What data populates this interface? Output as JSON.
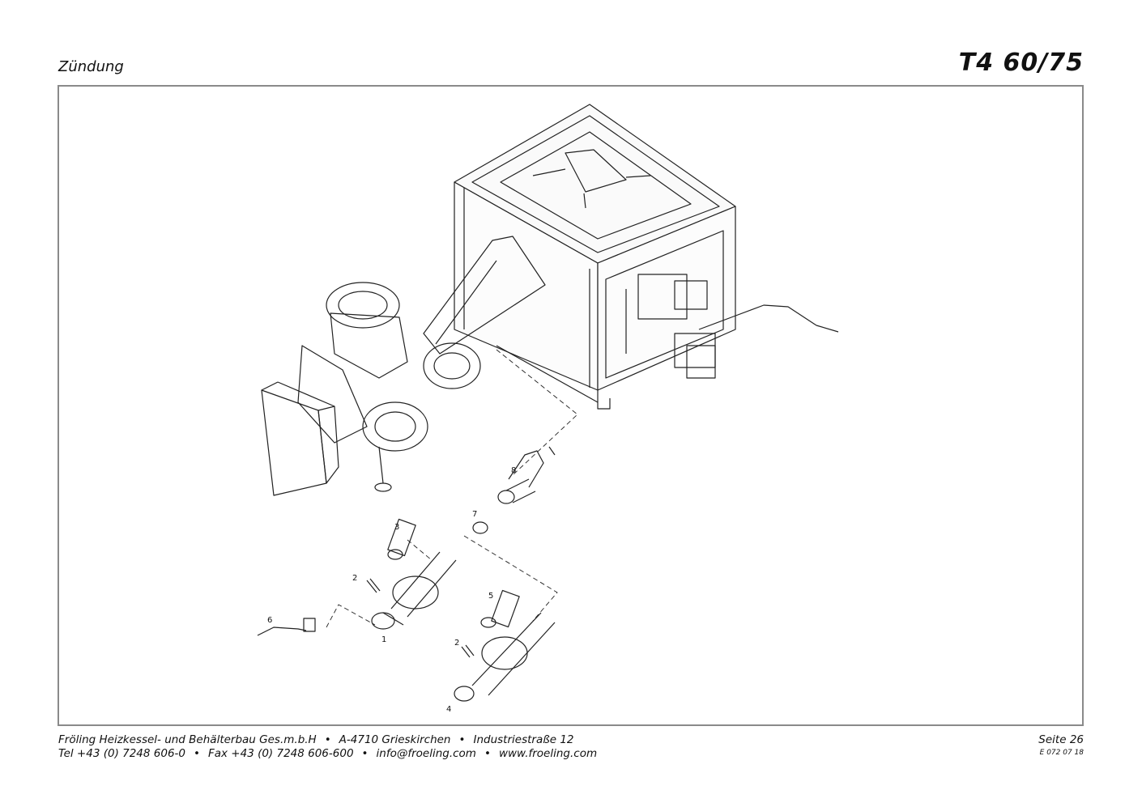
{
  "header": {
    "section": "Zündung",
    "model": "T4 60/75"
  },
  "drawing": {
    "part_labels": [
      "1",
      "2",
      "2",
      "3",
      "4",
      "5",
      "6",
      "7",
      "8"
    ]
  },
  "footer": {
    "company": "Fröling Heizkessel- und Behälterbau Ges.m.b.H",
    "address": "A-4710 Grieskirchen",
    "street": "Industriestraße 12",
    "separator": "•",
    "phone": "Tel +43 (0) 7248 606-0",
    "fax": "Fax +43 (0) 7248 606-600",
    "email": "info@froeling.com",
    "web": "www.froeling.com",
    "page": "Seite 26",
    "doc_code": "E 072 07 18"
  }
}
